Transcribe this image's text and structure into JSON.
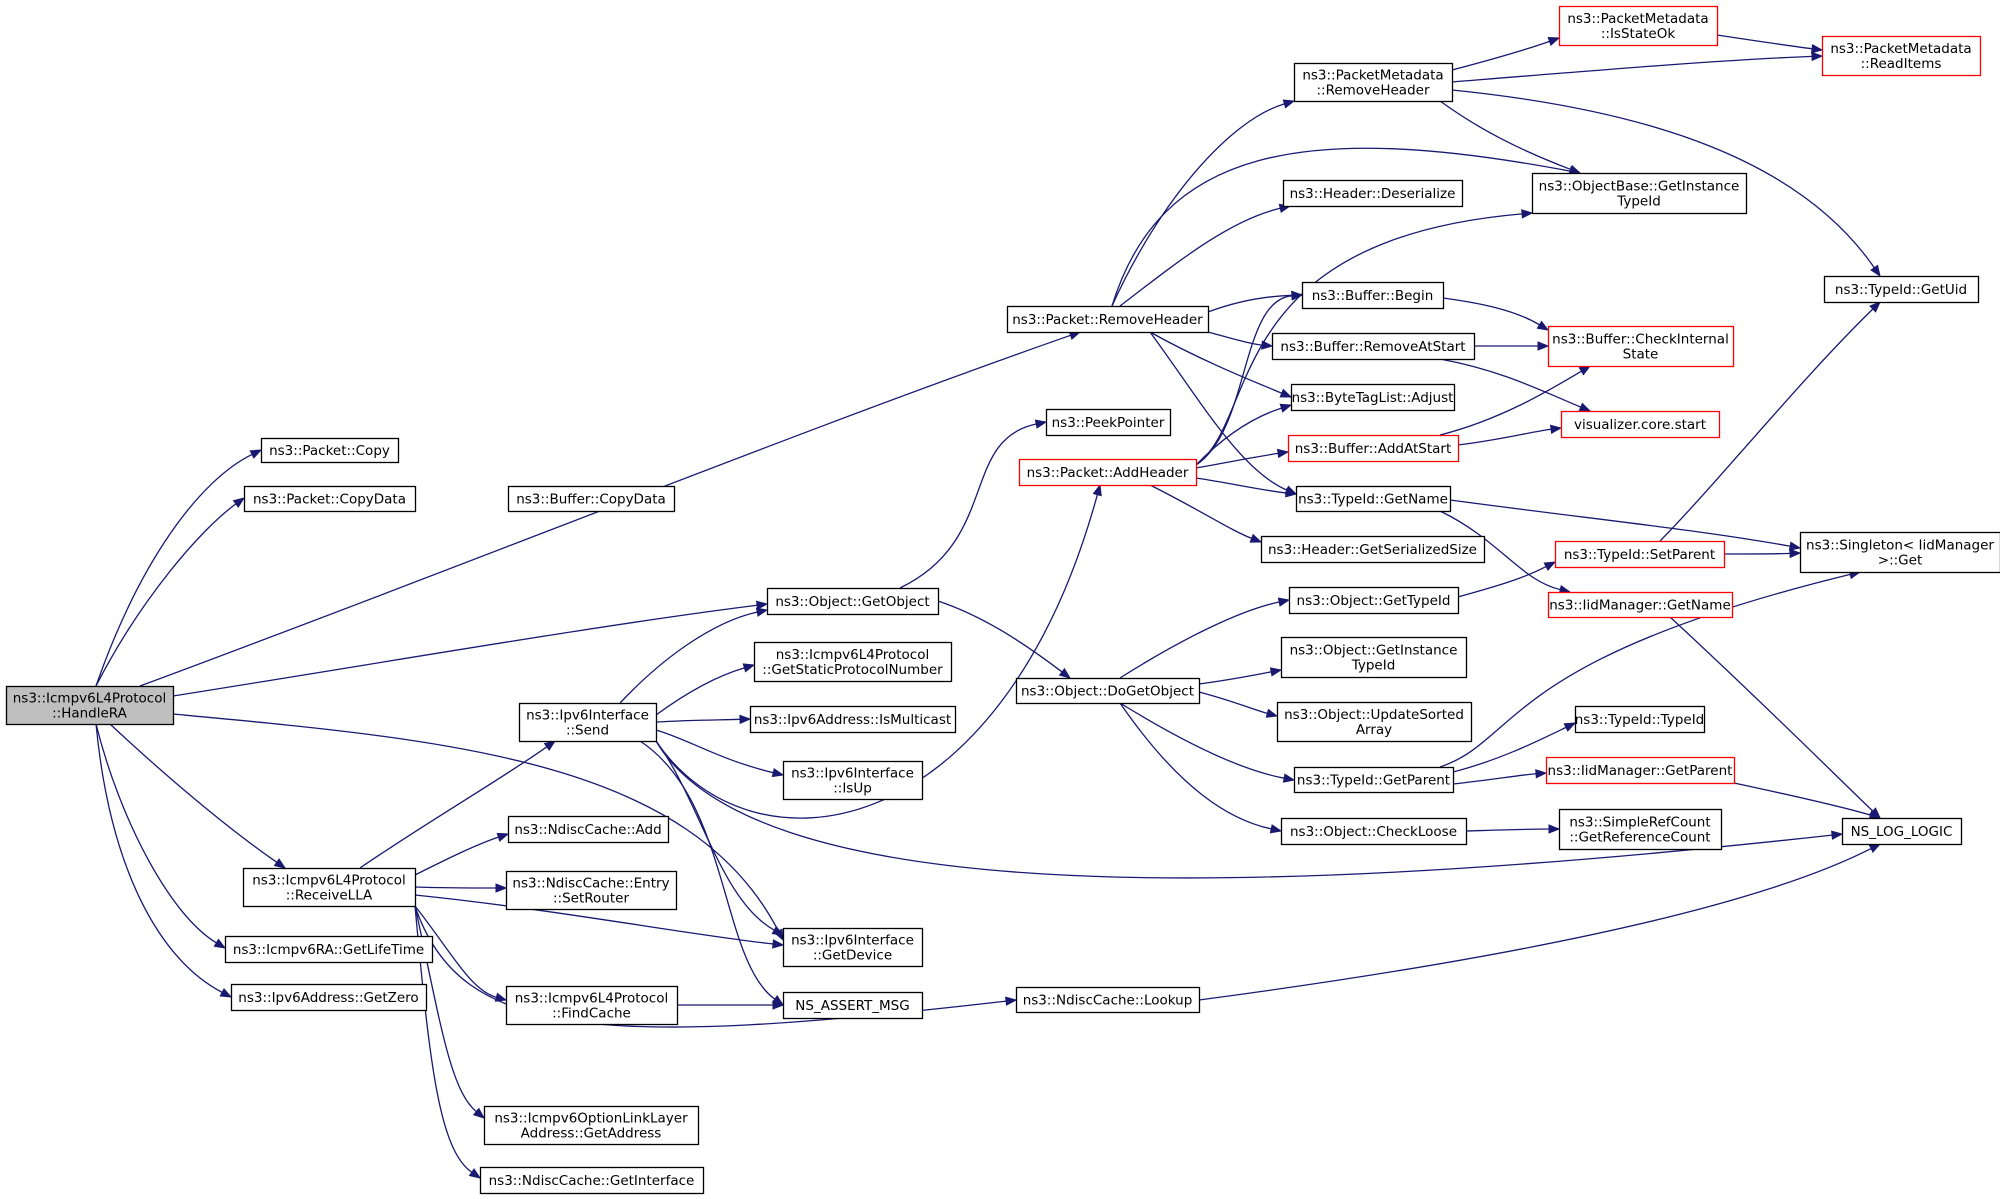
{
  "colors": {
    "edge": "#191970",
    "node_border": "#000000",
    "truncated_border": "#ff0000",
    "root_fill": "#bfbfbf",
    "node_fill": "#ffffff"
  },
  "nodes": [
    {
      "id": "handle_ra",
      "lines": [
        "ns3::Icmpv6L4Protocol",
        "::HandleRA"
      ],
      "style": "root"
    },
    {
      "id": "packet_copy",
      "lines": [
        "ns3::Packet::Copy"
      ],
      "style": "normal"
    },
    {
      "id": "packet_copydata",
      "lines": [
        "ns3::Packet::CopyData"
      ],
      "style": "normal"
    },
    {
      "id": "buffer_copydata",
      "lines": [
        "ns3::Buffer::CopyData"
      ],
      "style": "normal"
    },
    {
      "id": "packet_removeheader",
      "lines": [
        "ns3::Packet::RemoveHeader"
      ],
      "style": "normal"
    },
    {
      "id": "object_getobject",
      "lines": [
        "ns3::Object::GetObject"
      ],
      "style": "normal"
    },
    {
      "id": "receive_lla",
      "lines": [
        "ns3::Icmpv6L4Protocol",
        "::ReceiveLLA"
      ],
      "style": "normal"
    },
    {
      "id": "ra_getlifetime",
      "lines": [
        "ns3::Icmpv6RA::GetLifeTime"
      ],
      "style": "normal"
    },
    {
      "id": "ipv6addr_getzero",
      "lines": [
        "ns3::Ipv6Address::GetZero"
      ],
      "style": "normal"
    },
    {
      "id": "ipv6if_send",
      "lines": [
        "ns3::Ipv6Interface",
        "::Send"
      ],
      "style": "normal"
    },
    {
      "id": "ndisc_add",
      "lines": [
        "ns3::NdiscCache::Add"
      ],
      "style": "normal"
    },
    {
      "id": "ndisc_entry_setrouter",
      "lines": [
        "ns3::NdiscCache::Entry",
        "::SetRouter"
      ],
      "style": "normal"
    },
    {
      "id": "icmp_findcache",
      "lines": [
        "ns3::Icmpv6L4Protocol",
        "::FindCache"
      ],
      "style": "normal"
    },
    {
      "id": "optlla_getaddress",
      "lines": [
        "ns3::Icmpv6OptionLinkLayer",
        "Address::GetAddress"
      ],
      "style": "normal"
    },
    {
      "id": "ndisc_getinterface",
      "lines": [
        "ns3::NdiscCache::GetInterface"
      ],
      "style": "normal"
    },
    {
      "id": "icmp_getstaticprot",
      "lines": [
        "ns3::Icmpv6L4Protocol",
        "::GetStaticProtocolNumber"
      ],
      "style": "normal"
    },
    {
      "id": "ipv6addr_ismulticast",
      "lines": [
        "ns3::Ipv6Address::IsMulticast"
      ],
      "style": "normal"
    },
    {
      "id": "ipv6if_isup",
      "lines": [
        "ns3::Ipv6Interface",
        "::IsUp"
      ],
      "style": "normal"
    },
    {
      "id": "ipv6if_getdevice",
      "lines": [
        "ns3::Ipv6Interface",
        "::GetDevice"
      ],
      "style": "normal"
    },
    {
      "id": "ns_assert_msg",
      "lines": [
        "NS_ASSERT_MSG"
      ],
      "style": "normal"
    },
    {
      "id": "ndisc_lookup",
      "lines": [
        "ns3::NdiscCache::Lookup"
      ],
      "style": "normal"
    },
    {
      "id": "peekpointer",
      "lines": [
        "ns3::PeekPointer"
      ],
      "style": "normal"
    },
    {
      "id": "packet_addheader",
      "lines": [
        "ns3::Packet::AddHeader"
      ],
      "style": "truncated"
    },
    {
      "id": "object_dogetobject",
      "lines": [
        "ns3::Object::DoGetObject"
      ],
      "style": "normal"
    },
    {
      "id": "pm_removeheader",
      "lines": [
        "ns3::PacketMetadata",
        "::RemoveHeader"
      ],
      "style": "normal"
    },
    {
      "id": "header_deserialize",
      "lines": [
        "ns3::Header::Deserialize"
      ],
      "style": "normal"
    },
    {
      "id": "buffer_begin",
      "lines": [
        "ns3::Buffer::Begin"
      ],
      "style": "normal"
    },
    {
      "id": "buffer_removeatstart",
      "lines": [
        "ns3::Buffer::RemoveAtStart"
      ],
      "style": "normal"
    },
    {
      "id": "bytetaglist_adjust",
      "lines": [
        "ns3::ByteTagList::Adjust"
      ],
      "style": "normal"
    },
    {
      "id": "buffer_addatstart",
      "lines": [
        "ns3::Buffer::AddAtStart"
      ],
      "style": "truncated"
    },
    {
      "id": "typeid_getname",
      "lines": [
        "ns3::TypeId::GetName"
      ],
      "style": "normal"
    },
    {
      "id": "header_getserializedsize",
      "lines": [
        "ns3::Header::GetSerializedSize"
      ],
      "style": "normal"
    },
    {
      "id": "object_gettypeid",
      "lines": [
        "ns3::Object::GetTypeId"
      ],
      "style": "normal"
    },
    {
      "id": "object_getinstancetypeid",
      "lines": [
        "ns3::Object::GetInstance",
        "TypeId"
      ],
      "style": "normal"
    },
    {
      "id": "object_updatesortedarray",
      "lines": [
        "ns3::Object::UpdateSorted",
        "Array"
      ],
      "style": "normal"
    },
    {
      "id": "typeid_getparent",
      "lines": [
        "ns3::TypeId::GetParent"
      ],
      "style": "normal"
    },
    {
      "id": "object_checkloose",
      "lines": [
        "ns3::Object::CheckLoose"
      ],
      "style": "normal"
    },
    {
      "id": "pm_isstateok",
      "lines": [
        "ns3::PacketMetadata",
        "::IsStateOk"
      ],
      "style": "truncated"
    },
    {
      "id": "pm_readitems",
      "lines": [
        "ns3::PacketMetadata",
        "::ReadItems"
      ],
      "style": "truncated"
    },
    {
      "id": "objectbase_getinstancetypeid",
      "lines": [
        "ns3::ObjectBase::GetInstance",
        "TypeId"
      ],
      "style": "normal"
    },
    {
      "id": "buffer_checkinternalstate",
      "lines": [
        "ns3::Buffer::CheckInternal",
        "State"
      ],
      "style": "truncated"
    },
    {
      "id": "visualizer_core_start",
      "lines": [
        "visualizer.core.start"
      ],
      "style": "truncated"
    },
    {
      "id": "typeid_setparent",
      "lines": [
        "ns3::TypeId::SetParent"
      ],
      "style": "truncated"
    },
    {
      "id": "iidmanager_getname",
      "lines": [
        "ns3::IidManager::GetName"
      ],
      "style": "truncated"
    },
    {
      "id": "typeid_typeid",
      "lines": [
        "ns3::TypeId::TypeId"
      ],
      "style": "normal"
    },
    {
      "id": "iidmanager_getparent",
      "lines": [
        "ns3::IidManager::GetParent"
      ],
      "style": "truncated"
    },
    {
      "id": "simplerefcount_getrefcount",
      "lines": [
        "ns3::SimpleRefCount",
        "::GetReferenceCount"
      ],
      "style": "normal"
    },
    {
      "id": "typeid_getuid",
      "lines": [
        "ns3::TypeId::GetUid"
      ],
      "style": "normal"
    },
    {
      "id": "singleton_get",
      "lines": [
        "ns3::Singleton< IidManager",
        " >::Get"
      ],
      "style": "normal"
    },
    {
      "id": "ns_log_logic",
      "lines": [
        "NS_LOG_LOGIC"
      ],
      "style": "normal"
    }
  ],
  "edges": [
    [
      "handle_ra",
      "packet_copy"
    ],
    [
      "handle_ra",
      "packet_copydata"
    ],
    [
      "packet_copydata",
      "buffer_copydata"
    ],
    [
      "handle_ra",
      "packet_removeheader"
    ],
    [
      "handle_ra",
      "object_getobject"
    ],
    [
      "handle_ra",
      "receive_lla"
    ],
    [
      "handle_ra",
      "ra_getlifetime"
    ],
    [
      "handle_ra",
      "ipv6addr_getzero"
    ],
    [
      "handle_ra",
      "ipv6if_getdevice"
    ],
    [
      "receive_lla",
      "ipv6if_send"
    ],
    [
      "receive_lla",
      "ndisc_add"
    ],
    [
      "receive_lla",
      "ndisc_entry_setrouter"
    ],
    [
      "receive_lla",
      "icmp_findcache"
    ],
    [
      "receive_lla",
      "optlla_getaddress"
    ],
    [
      "receive_lla",
      "ndisc_getinterface"
    ],
    [
      "receive_lla",
      "ipv6if_getdevice"
    ],
    [
      "receive_lla",
      "ndisc_lookup"
    ],
    [
      "ipv6if_send",
      "object_getobject"
    ],
    [
      "ipv6if_send",
      "icmp_getstaticprot"
    ],
    [
      "ipv6if_send",
      "ipv6addr_ismulticast"
    ],
    [
      "ipv6if_send",
      "ipv6if_isup"
    ],
    [
      "ipv6if_send",
      "ipv6if_getdevice"
    ],
    [
      "ipv6if_send",
      "ns_assert_msg"
    ],
    [
      "ipv6if_send",
      "packet_addheader"
    ],
    [
      "ipv6if_send",
      "ns_log_logic"
    ],
    [
      "icmp_findcache",
      "ns_assert_msg"
    ],
    [
      "ndisc_lookup",
      "ns_log_logic"
    ],
    [
      "object_getobject",
      "peekpointer"
    ],
    [
      "object_getobject",
      "object_dogetobject"
    ],
    [
      "packet_removeheader",
      "pm_removeheader"
    ],
    [
      "packet_removeheader",
      "objectbase_getinstancetypeid"
    ],
    [
      "packet_removeheader",
      "header_deserialize"
    ],
    [
      "packet_removeheader",
      "buffer_begin"
    ],
    [
      "packet_removeheader",
      "buffer_removeatstart"
    ],
    [
      "packet_removeheader",
      "bytetaglist_adjust"
    ],
    [
      "packet_removeheader",
      "typeid_getname"
    ],
    [
      "packet_addheader",
      "objectbase_getinstancetypeid"
    ],
    [
      "packet_addheader",
      "buffer_begin"
    ],
    [
      "packet_addheader",
      "bytetaglist_adjust"
    ],
    [
      "packet_addheader",
      "buffer_addatstart"
    ],
    [
      "packet_addheader",
      "typeid_getname"
    ],
    [
      "packet_addheader",
      "header_getserializedsize"
    ],
    [
      "pm_removeheader",
      "pm_isstateok"
    ],
    [
      "pm_removeheader",
      "pm_readitems"
    ],
    [
      "pm_removeheader",
      "objectbase_getinstancetypeid"
    ],
    [
      "pm_removeheader",
      "typeid_getuid"
    ],
    [
      "pm_isstateok",
      "pm_readitems"
    ],
    [
      "buffer_begin",
      "buffer_checkinternalstate"
    ],
    [
      "buffer_removeatstart",
      "buffer_checkinternalstate"
    ],
    [
      "buffer_removeatstart",
      "visualizer_core_start"
    ],
    [
      "buffer_addatstart",
      "buffer_checkinternalstate"
    ],
    [
      "buffer_addatstart",
      "visualizer_core_start"
    ],
    [
      "typeid_getname",
      "singleton_get"
    ],
    [
      "typeid_getname",
      "iidmanager_getname"
    ],
    [
      "object_dogetobject",
      "object_gettypeid"
    ],
    [
      "object_dogetobject",
      "object_getinstancetypeid"
    ],
    [
      "object_dogetobject",
      "object_updatesortedarray"
    ],
    [
      "object_dogetobject",
      "typeid_getparent"
    ],
    [
      "object_dogetobject",
      "object_checkloose"
    ],
    [
      "object_gettypeid",
      "typeid_setparent"
    ],
    [
      "typeid_setparent",
      "typeid_getuid"
    ],
    [
      "typeid_setparent",
      "singleton_get"
    ],
    [
      "typeid_getparent",
      "typeid_typeid"
    ],
    [
      "typeid_getparent",
      "iidmanager_getparent"
    ],
    [
      "typeid_getparent",
      "singleton_get"
    ],
    [
      "iidmanager_getname",
      "ns_log_logic"
    ],
    [
      "iidmanager_getparent",
      "ns_log_logic"
    ],
    [
      "object_checkloose",
      "simplerefcount_getrefcount"
    ]
  ]
}
